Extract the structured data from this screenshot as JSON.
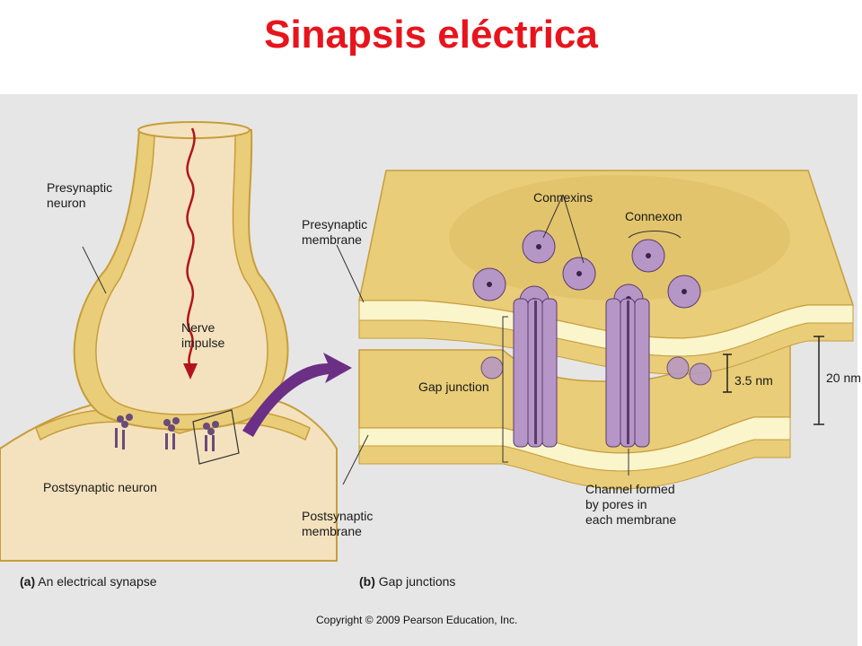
{
  "title": "Sinapsis eléctrica",
  "panel_a": {
    "presynaptic_neuron": [
      "Presynaptic",
      "neuron"
    ],
    "nerve_impulse": [
      "Nerve",
      "impulse"
    ],
    "postsynaptic_neuron": "Postsynaptic neuron",
    "caption_letter": "(a)",
    "caption_text": " An electrical synapse"
  },
  "panel_b": {
    "presynaptic_membrane": [
      "Presynaptic",
      "membrane"
    ],
    "connexins": "Connexins",
    "connexon": "Connexon",
    "gap_junction": "Gap junction",
    "dim_small": "3.5 nm",
    "dim_large": "20 nm",
    "channel": [
      "Channel formed",
      "by pores in",
      "each membrane"
    ],
    "postsynaptic_membrane": [
      "Postsynaptic",
      "membrane"
    ],
    "caption_letter": "(b)",
    "caption_text": " Gap junctions"
  },
  "copyright": "Copyright © 2009 Pearson Education, Inc.",
  "colors": {
    "title": "#e8141c",
    "panel_bg": "#e6e6e6",
    "membrane_tan": "#e9cd78",
    "membrane_cream": "#fbf5cc",
    "cytoplasm": "#f4e2be",
    "connexon_purple": "#b596c6",
    "arrow_purple": "#6b2f86",
    "impulse_red": "#b3141b"
  }
}
